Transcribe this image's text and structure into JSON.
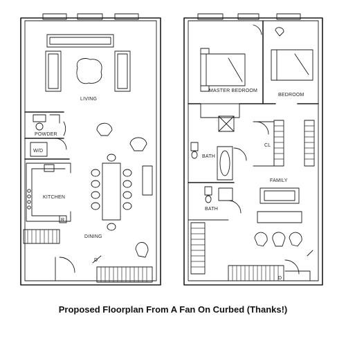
{
  "caption": "Proposed Floorplan From A Fan On Curbed (Thanks!)",
  "rooms": {
    "living": "LIVING",
    "powder": "POWDER",
    "wd": "W/D",
    "kitchen": "KITCHEN",
    "dining": "DINING",
    "master_bedroom": "MASTER BEDROOM",
    "bedroom": "BEDROOM",
    "cl": "CL",
    "bath_upper": "BATH",
    "bath_lower": "BATH",
    "family": "FAMILY"
  },
  "marks": {
    "refrigerator": "R",
    "down_left": "D",
    "down_right": "D"
  }
}
